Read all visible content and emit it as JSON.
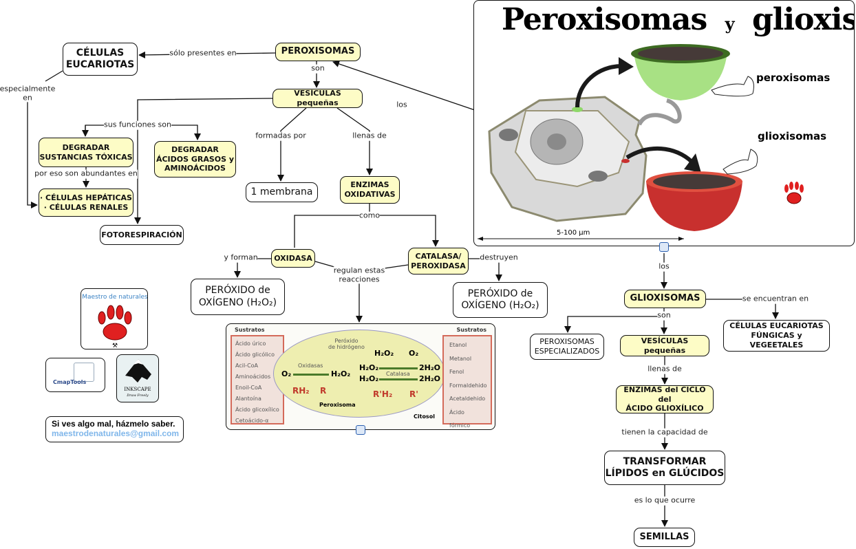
{
  "nodes": {
    "celulas_eucariotas": "CÉLULAS\nEUCARIOTAS",
    "peroxisomas": "PEROXISOMAS",
    "vesiculas_left": "VESÍCULAS pequeñas",
    "degradar_toxicas": "DEGRADAR\nSUSTANCIAS TÓXICAS",
    "degradar_acidos": "DEGRADAR\nÁCIDOS GRASOS y\nAMINOÁCIDOS",
    "celulas_hepaticas": "· CÉLULAS HEPÁTICAS\n· CÉLULAS RENALES",
    "fotorespiracion": "FOTORESPIRACIÓN",
    "una_membrana": "1 membrana",
    "enzimas_oxidativas": "ENZIMAS\nOXIDATIVAS",
    "oxidasa": "OXIDASA",
    "catalasa": "CATALASA/\nPEROXIDASA",
    "peroxido_left": "PERÓXIDO de\nOXÍGENO (H₂O₂)",
    "peroxido_right": "PERÓXIDO de\nOXÍGENO (H₂O₂)",
    "glioxisomas": "GLIOXISOMAS",
    "celulas_fungicas": "CÉLULAS EUCARIOTAS\nFÚNGICAS y VEGEETALES",
    "peroxisomas_especializados": "PEROXISOMAS\nESPECIALIZADOS",
    "vesiculas_right": "VESÍCULAS pequeñas",
    "enzimas_ciclo": "ENZIMAS del CICLO del\nÁCIDO GLIOXÍLICO",
    "transformar": "TRANSFORMAR\nLÍPIDOS en GLÚCIDOS",
    "semillas": "SEMILLAS"
  },
  "links": {
    "solo_presentes": "sólo presentes en",
    "son1": "son",
    "los1": "los",
    "especialmente": "especialmente\nen",
    "sus_funciones": "sus funciones son",
    "por_eso": "por eso son abundantes en",
    "formadas_por": "formadas por",
    "llenas_de1": "llenas de",
    "como": "como",
    "y_forman": "y forman",
    "regulan": "regulan estas\nreacciones",
    "destruyen": "destruyen",
    "los2": "los",
    "se_encuentran": "se encuentran en",
    "son2": "son",
    "llenas_de2": "llenas de",
    "tienen": "tienen la capacidad de",
    "es_lo_que": "es lo que ocurre"
  },
  "illustration": {
    "title_left": "Peroxisomas",
    "title_mid": "y",
    "title_right": "glioxisomas",
    "label_peroxisomas": "peroxisomas",
    "label_glioxisomas": "glioxisomas",
    "scale": "5-100 µm",
    "logo_text": "Maestro de naturales"
  },
  "reaction_diagram": {
    "left_header": "Sustratos",
    "left_items": [
      "Ácido úrico",
      "Ácido glicólico",
      "Acil-CoA",
      "Aminoácidos",
      "Enoil-CoA",
      "Alantoína",
      "Ácido glicoxílico",
      "Cetoácido-α"
    ],
    "right_header": "Sustratos",
    "right_items": [
      "Etanol",
      "Metanol",
      "Fenol",
      "Formaldehido",
      "Acetaldehido",
      "Ácido fórmico"
    ],
    "peroxido_label": "Peróxido\nde hidrógeno",
    "oxidasas": "Oxidasas",
    "catalasa": "Catalasa",
    "o2": "O₂",
    "h2o2": "H₂O₂",
    "two_h2o": "2H₂O",
    "rh2": "RH₂",
    "r": "R",
    "r_prime_h2": "R'H₂",
    "r_prime": "R'",
    "peroxisoma": "Peroxisoma",
    "citosol": "Citosol"
  },
  "logos": {
    "maestro": "Maestro de naturales",
    "cmaptools": "CmapTools",
    "inkscape": "INKSCAPE",
    "inkscape_tag": "Draw Freely"
  },
  "contact": {
    "message": "Si ves algo mal, házmelo saber.",
    "email": "maestrodenaturales@gmail.com"
  },
  "colors": {
    "concept_fill": "#fdfcc6",
    "email": "#7fb6ea",
    "peroxisome": "#8fd86a",
    "glyoxysome": "#c8302e",
    "arrow_red": "#c0392b"
  }
}
